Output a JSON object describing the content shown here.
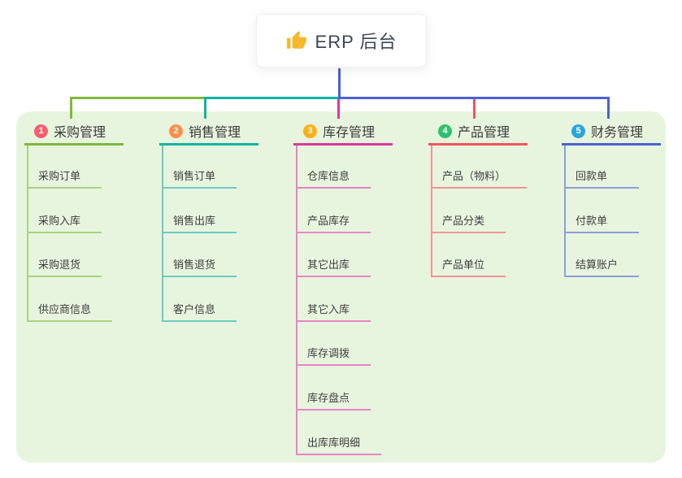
{
  "root": {
    "label": "ERP 后台",
    "icon": "thumbs-up-icon",
    "icon_color": "#f5b82e",
    "connector_color": "#4b5fd2"
  },
  "canvas": {
    "panel_color": "#e7f5df",
    "background": "#ffffff"
  },
  "branches": [
    {
      "badge": "1",
      "badge_color": "#f65f6e",
      "label": "采购管理",
      "line_color": "#7fb93d",
      "light_color": "#aad37e",
      "children": [
        "采购订单",
        "采购入库",
        "采购退货",
        "供应商信息"
      ]
    },
    {
      "badge": "2",
      "badge_color": "#fa8e4d",
      "label": "销售管理",
      "line_color": "#14b2a3",
      "light_color": "#6bcbc1",
      "children": [
        "销售订单",
        "销售出库",
        "销售退货",
        "客户信息"
      ]
    },
    {
      "badge": "3",
      "badge_color": "#fbb016",
      "label": "库存管理",
      "line_color": "#d93a9b",
      "light_color": "#ec83c5",
      "children": [
        "仓库信息",
        "产品库存",
        "其它出库",
        "其它入库",
        "库存调拨",
        "库存盘点",
        "出库库明细"
      ]
    },
    {
      "badge": "4",
      "badge_color": "#2fc06d",
      "label": "产品管理",
      "line_color": "#f1545b",
      "light_color": "#f59397",
      "children": [
        "产品（物料）",
        "产品分类",
        "产品单位"
      ]
    },
    {
      "badge": "5",
      "badge_color": "#2ba4df",
      "label": "财务管理",
      "line_color": "#4b62d1",
      "light_color": "#8c9fdb",
      "children": [
        "回款单",
        "付款单",
        "结算账户"
      ]
    }
  ]
}
